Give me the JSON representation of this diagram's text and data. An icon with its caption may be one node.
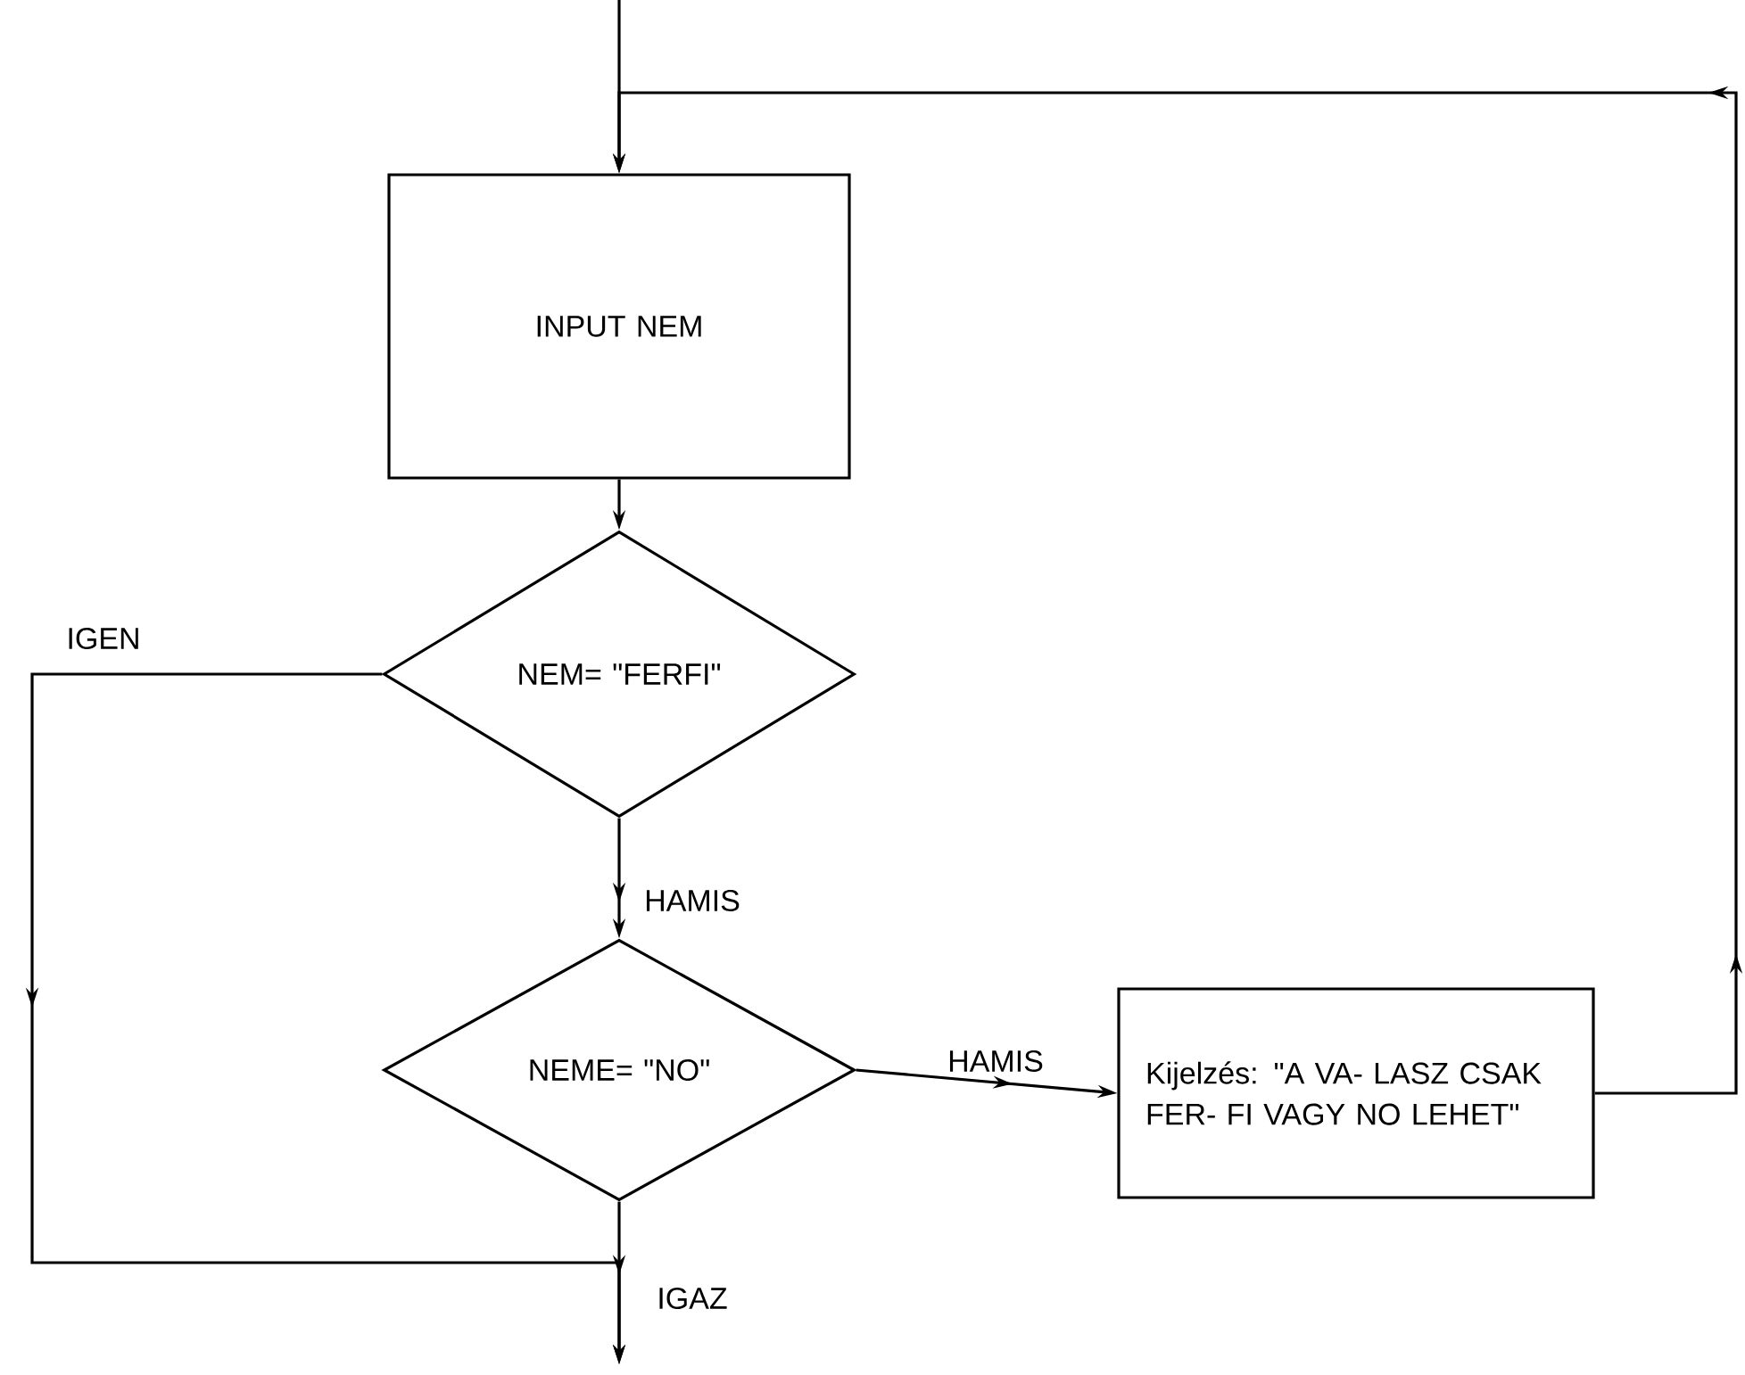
{
  "diagram": {
    "nodes": [
      {
        "text": [
          "INPUT NEM"
        ]
      },
      {
        "text": [
          "NEM= \"FERFI\""
        ]
      },
      {
        "text": [
          "NEME= \"NO\""
        ]
      },
      {
        "text": [
          "Kijelzés: \"A VA- LASZ CSAK FER- FI VAGY NO LEHET\""
        ]
      }
    ],
    "edges": [
      {
        "from": null,
        "to": 0,
        "arrow": "to"
      },
      {
        "from": 3,
        "to": 0,
        "arrow": "to"
      },
      {
        "from": 0,
        "to": 1,
        "arrow": "to"
      },
      {
        "from": 1,
        "to": 2,
        "arrow": "to",
        "label": "HAMIS"
      },
      {
        "from": 1,
        "to": null,
        "arrow": "to",
        "label": "IGEN"
      },
      {
        "from": 2,
        "to": null,
        "arrow": "to",
        "label": "IGAZ"
      },
      {
        "from": 2,
        "to": 3,
        "arrow": "to",
        "label": "HAMIS"
      }
    ]
  }
}
